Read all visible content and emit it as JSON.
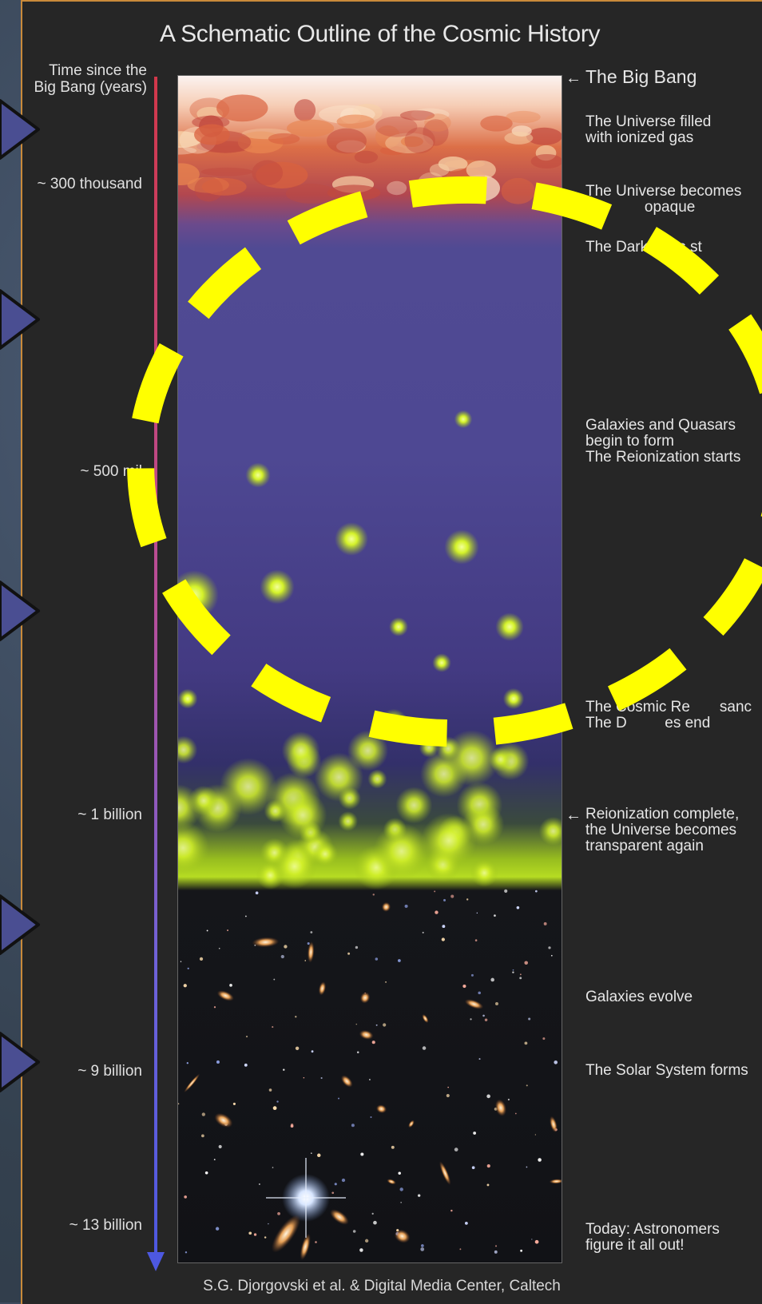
{
  "title": "A Schematic Outline of the Cosmic History",
  "axis_title": {
    "line1": "Time since the",
    "line2": "Big Bang (years)"
  },
  "time_labels": [
    "~ 300 thousand",
    "~ 500 mil",
    "~ 1 billion",
    "~ 9 billion",
    "~ 13 billion"
  ],
  "events": [
    {
      "line1": "The Big Bang"
    },
    {
      "line1": "The Universe filled",
      "line2": "with ionized gas"
    },
    {
      "line1": "The Universe becomes",
      "line2": "ne          opaque"
    },
    {
      "line1": "The Dark Ages st"
    },
    {
      "line1": "Galaxies and Quasars",
      "line2": "begin to form",
      "line3": "The Reionization starts"
    },
    {
      "line1": "The Cosmic Re       sanc",
      "line2": "The D         es end"
    },
    {
      "line1": "Reionization complete,",
      "line2": "the Universe becomes",
      "line3": "transparent again"
    },
    {
      "line1": "Galaxies evolve"
    },
    {
      "line1": "The Solar System forms"
    },
    {
      "line1": "Today: Astronomers",
      "line2": "figure it all out!"
    }
  ],
  "credit": "S.G. Djorgovski et al. & Digital Media Center, Caltech",
  "colors": {
    "panel_background": "#262626",
    "panel_border": "#c98a3a",
    "ionized_gas": "#e0734a",
    "dark_ages": "#4f4891",
    "reionization_glow": "#c8f01e",
    "highlight_ellipse": "#ffff00",
    "pointer_fill": "#4a4e92"
  },
  "icons": {
    "event_arrow": "left-arrow-icon",
    "time_arrow": "down-arrow-icon",
    "pointer": "triangle-pointer-icon"
  }
}
